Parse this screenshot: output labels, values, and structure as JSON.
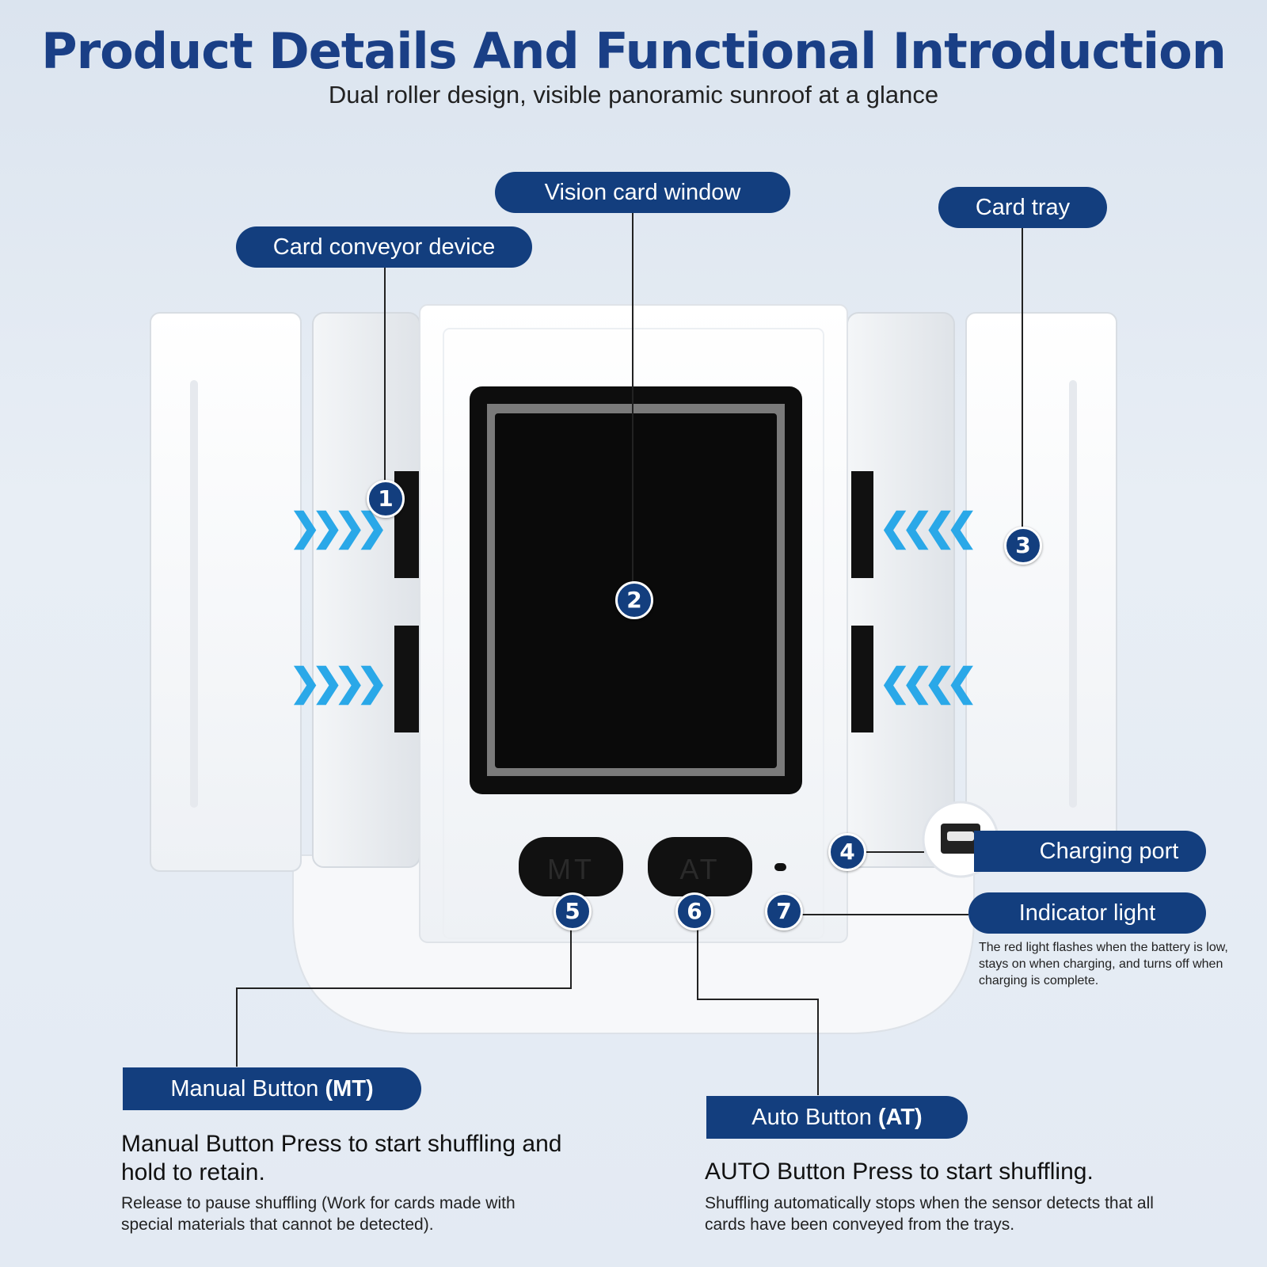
{
  "header": {
    "title": "Product Details And Functional Introduction",
    "subtitle": "Dual roller design, visible panoramic sunroof at a glance"
  },
  "labels": {
    "conveyor": "Card conveyor device",
    "window": "Vision card window",
    "tray": "Card tray",
    "charging": "Charging port",
    "indicator": "Indicator light",
    "indicator_desc": "The red light flashes when the battery is low, stays on when charging, and turns off when charging is complete.",
    "manual_prefix": "Manual Button ",
    "manual_code": "(MT)",
    "auto_prefix": "Auto Button ",
    "auto_code": "(AT)"
  },
  "badges": [
    "1",
    "2",
    "3",
    "4",
    "5",
    "6",
    "7"
  ],
  "device": {
    "mt_label": "MT",
    "at_label": "AT",
    "arrow_right": "❯❯❯❯",
    "arrow_left": "❮❮❮❮"
  },
  "manual_desc": {
    "main": "Manual Button Press to start shuffling and hold to retain.",
    "sub": "Release to pause shuffling (Work for cards made with special materials that cannot be detected)."
  },
  "auto_desc": {
    "main": "AUTO Button Press to start shuffling.",
    "sub": "Shuffling automatically stops when the sensor detects that all cards have been conveyed from the trays."
  },
  "colors": {
    "navy": "#133e7e",
    "title": "#1a3f86",
    "arrow": "#2aa8e8"
  }
}
